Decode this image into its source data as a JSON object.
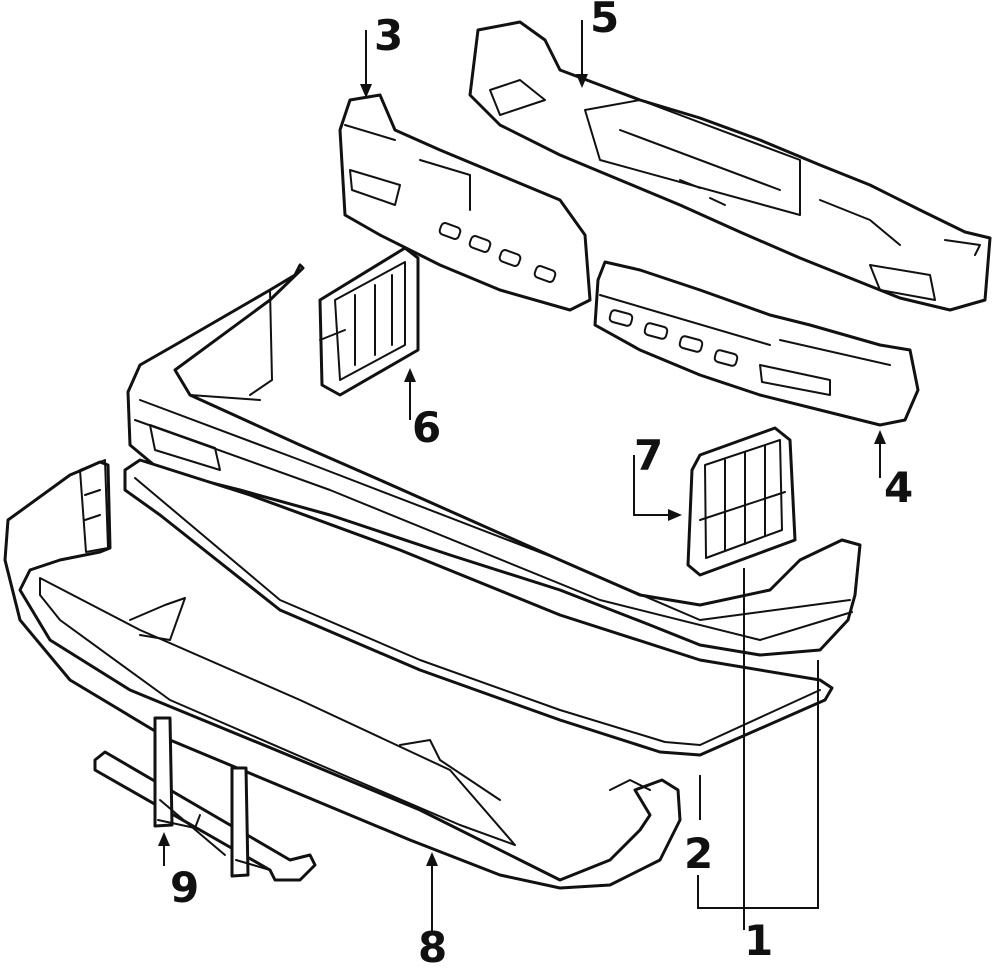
{
  "diagram": {
    "type": "exploded-parts-view",
    "line_color": "#111111",
    "background": "#ffffff",
    "callouts": [
      "1",
      "2",
      "3",
      "4",
      "5",
      "6",
      "7",
      "8",
      "9"
    ]
  }
}
